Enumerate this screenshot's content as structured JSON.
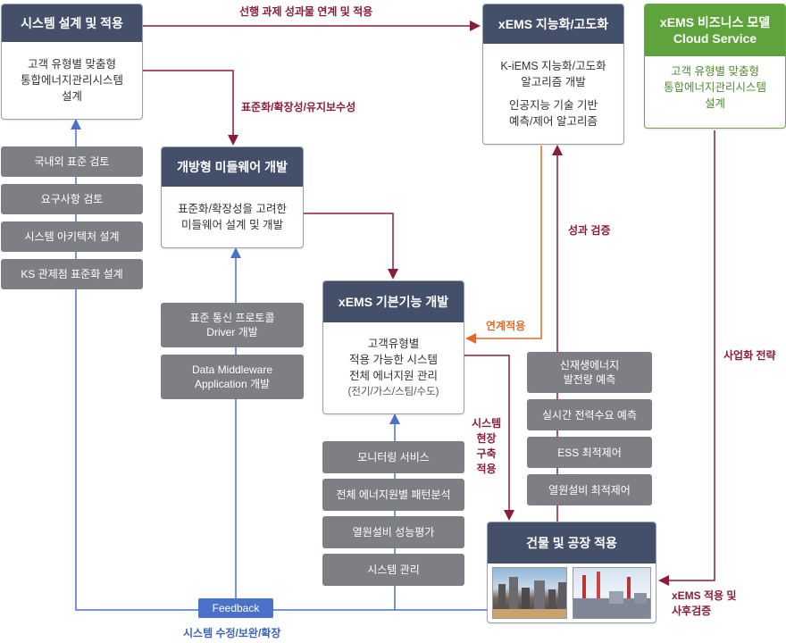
{
  "boxes": {
    "system_design": {
      "title": "시스템 설계 및 적용",
      "lines": [
        "고객 유형별 맞춤형",
        "통합에너지관리시스템",
        "설계"
      ]
    },
    "middleware": {
      "title": "개방형 미들웨어 개발",
      "lines": [
        "표준화/확장성을 고려한",
        "미들웨어 설계 및 개발"
      ]
    },
    "xems_basic": {
      "title": "xEMS 기본기능 개발",
      "lines": [
        "고객유형별",
        "적용 가능한 시스템",
        "전체 에너지원 관리"
      ],
      "sub": "(전기/가스/스팀/수도)"
    },
    "xems_ai": {
      "title": "xEMS 지능화/고도화",
      "lines": [
        "K-iEMS 지능화/고도화",
        "알고리즘 개발"
      ],
      "lines2": [
        "인공지능 기술 기반",
        "예측/제어 알고리즘"
      ]
    },
    "cloud": {
      "title": [
        "xEMS 비즈니스 모델",
        "Cloud Service"
      ],
      "lines": [
        "고객 유형별 맞춤형",
        "통합에너지관리시스템",
        "설계"
      ]
    },
    "building": {
      "title": "건물 및 공장 적용"
    }
  },
  "pills": {
    "left": [
      "국내외 표준 검토",
      "요구사항 검토",
      "시스템 아키텍처 설계",
      "KS 관제점 표준화 설계"
    ],
    "middle": [
      [
        "표준 통신 프로토콜",
        "Driver 개발"
      ],
      [
        "Data Middleware",
        "Application 개발"
      ]
    ],
    "bottom": [
      "모니터링 서비스",
      "전체 에너지원별 패턴분석",
      "열원설비 성능평가",
      "시스템 관리"
    ],
    "right": [
      [
        "신재생에너지",
        "발전량 예측"
      ],
      [
        "실시간 전력수요 예측"
      ],
      [
        "ESS 최적제어"
      ],
      [
        "열원설비 최적제어"
      ]
    ]
  },
  "labels": {
    "top_link": "선행 과제 성과물 연계 및 적용",
    "standardization": "표준화/확장성/유지보수성",
    "verification": "성과 검증",
    "link_apply": "연계적용",
    "field": [
      "시스템",
      "현장",
      "구축",
      "적용"
    ],
    "business": "사업화 전략",
    "apply_after": [
      "xEMS 적용 및",
      "사후검증"
    ],
    "feedback": "Feedback",
    "revise": "시스템 수정/보완/확장"
  },
  "colors": {
    "header": "#44506a",
    "pill": "#7d7f85",
    "maroon": "#8a1c3c",
    "blue": "#3f63b8",
    "orange": "#e06a2a",
    "green": "#5fa33c"
  }
}
